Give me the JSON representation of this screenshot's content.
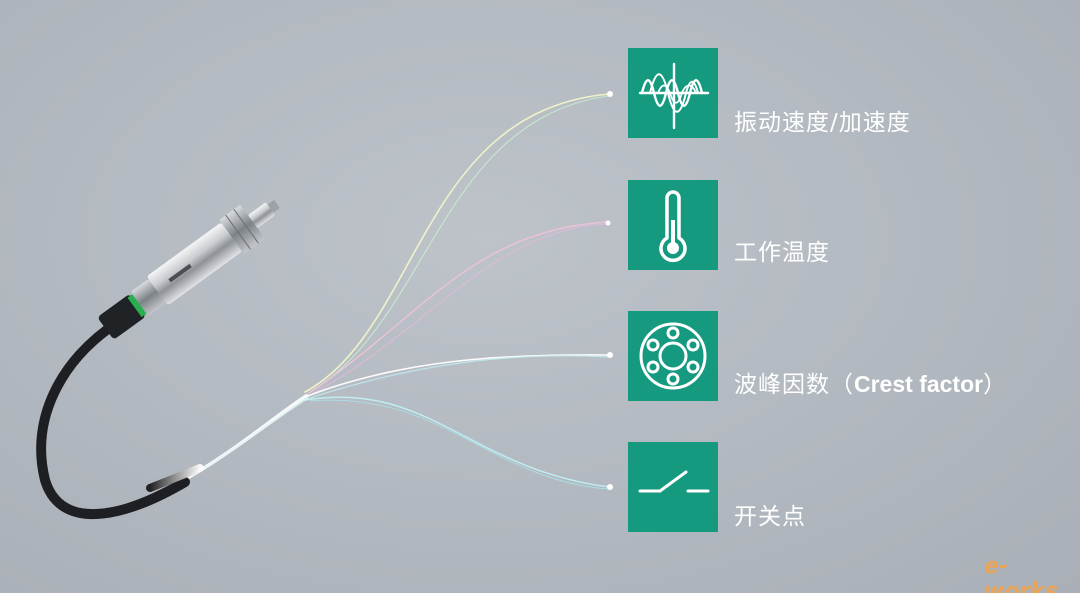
{
  "background_color": "#b3b9c0",
  "accent_color": "#159a80",
  "features": [
    {
      "icon": "vibration-wave-icon",
      "label": "振动速度/加速度"
    },
    {
      "icon": "thermometer-icon",
      "label": "工作温度"
    },
    {
      "icon": "bearing-icon",
      "label_cn": "波峰因数（",
      "label_en": "Crest factor",
      "label_close": "）"
    },
    {
      "icon": "switch-icon",
      "label": "开关点"
    }
  ],
  "watermark": {
    "text": "e-works",
    "color": "#e7a45a"
  }
}
